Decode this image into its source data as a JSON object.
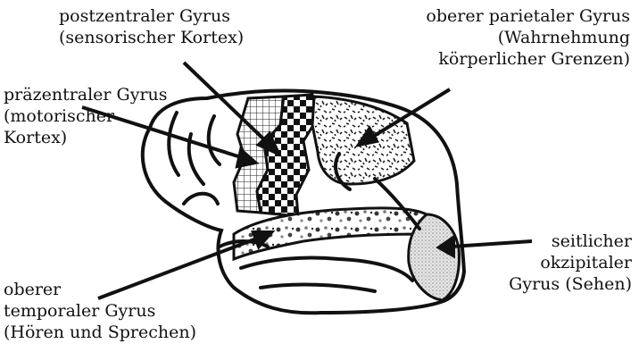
{
  "labels": {
    "postzentral": [
      "postzentraler Gyrus",
      "(sensorischer Kortex)"
    ],
    "praezentral": [
      "präzentraler Gyrus",
      "(motorischer",
      "Kortex)"
    ],
    "parietal": [
      "oberer parietaler Gyrus",
      "(Wahrnehmung",
      "körperlicher Grenzen)"
    ],
    "okzipital": [
      "seitlicher",
      "okzipitaler",
      "Gyrus (Sehen)"
    ],
    "temporal": [
      "oberer",
      "temporaler Gyrus",
      "(Hören und Sprechen)"
    ]
  }
}
